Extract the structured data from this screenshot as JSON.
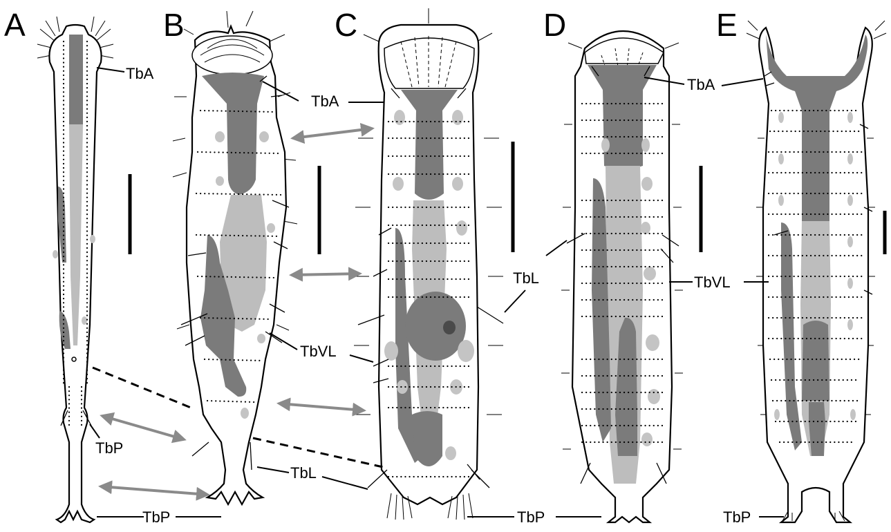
{
  "panels": {
    "a": "A",
    "b": "B",
    "c": "C",
    "d": "D",
    "e": "E"
  },
  "labels": {
    "tba_a": "TbA",
    "tba_bc": "TbA",
    "tba_d": "TbA",
    "tbvl_b": "TbVL",
    "tbvl_d": "TbVL",
    "tbl_b": "TbL",
    "tbl_d": "TbL",
    "tbp_a": "TbP",
    "tbp_ab": "TbP",
    "tbp_c": "TbP",
    "tbp_e": "TbP"
  },
  "colors": {
    "gut_dark": "#7b7b7b",
    "gut_light": "#bdbdbd",
    "arrow": "#8a8a8a"
  }
}
